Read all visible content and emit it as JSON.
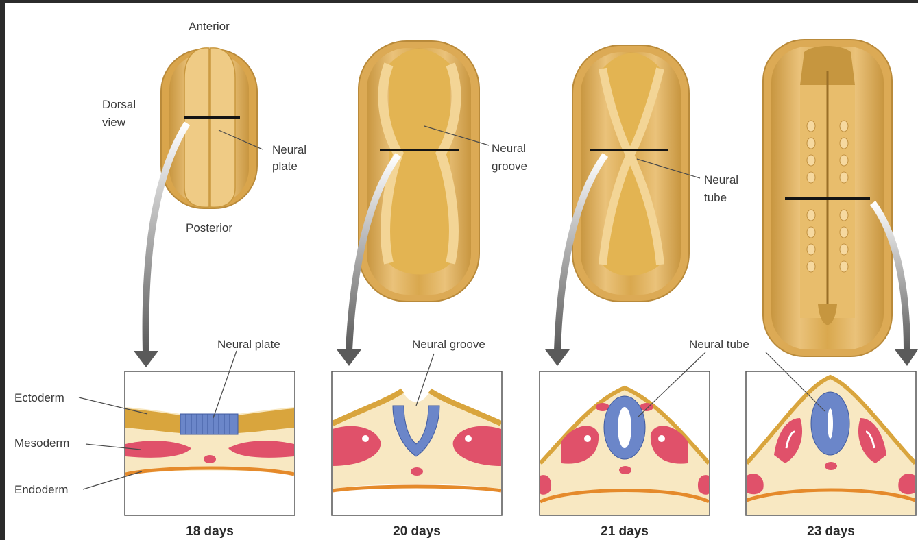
{
  "labels": {
    "anterior": "Anterior",
    "posterior": "Posterior",
    "dorsal_view_1": "Dorsal",
    "dorsal_view_2": "view",
    "neural_plate_top_1": "Neural",
    "neural_plate_top_2": "plate",
    "neural_groove_top_1": "Neural",
    "neural_groove_top_2": "groove",
    "neural_tube_top_1": "Neural",
    "neural_tube_top_2": "tube",
    "neural_plate": "Neural plate",
    "neural_groove": "Neural groove",
    "neural_tube": "Neural tube",
    "ectoderm": "Ectoderm",
    "mesoderm": "Mesoderm",
    "endoderm": "Endoderm"
  },
  "days": [
    "18 days",
    "20 days",
    "21 days",
    "23 days"
  ],
  "colors": {
    "ectoderm": "#d9a53d",
    "mesoderm": "#e0516a",
    "endoderm": "#e58a2b",
    "neural": "#6b86c9",
    "tissue_fill": "#f8e8c2",
    "embryo": "#ddb063",
    "embryo_light": "#f0d08e",
    "embryo_dark": "#b98a3a"
  }
}
